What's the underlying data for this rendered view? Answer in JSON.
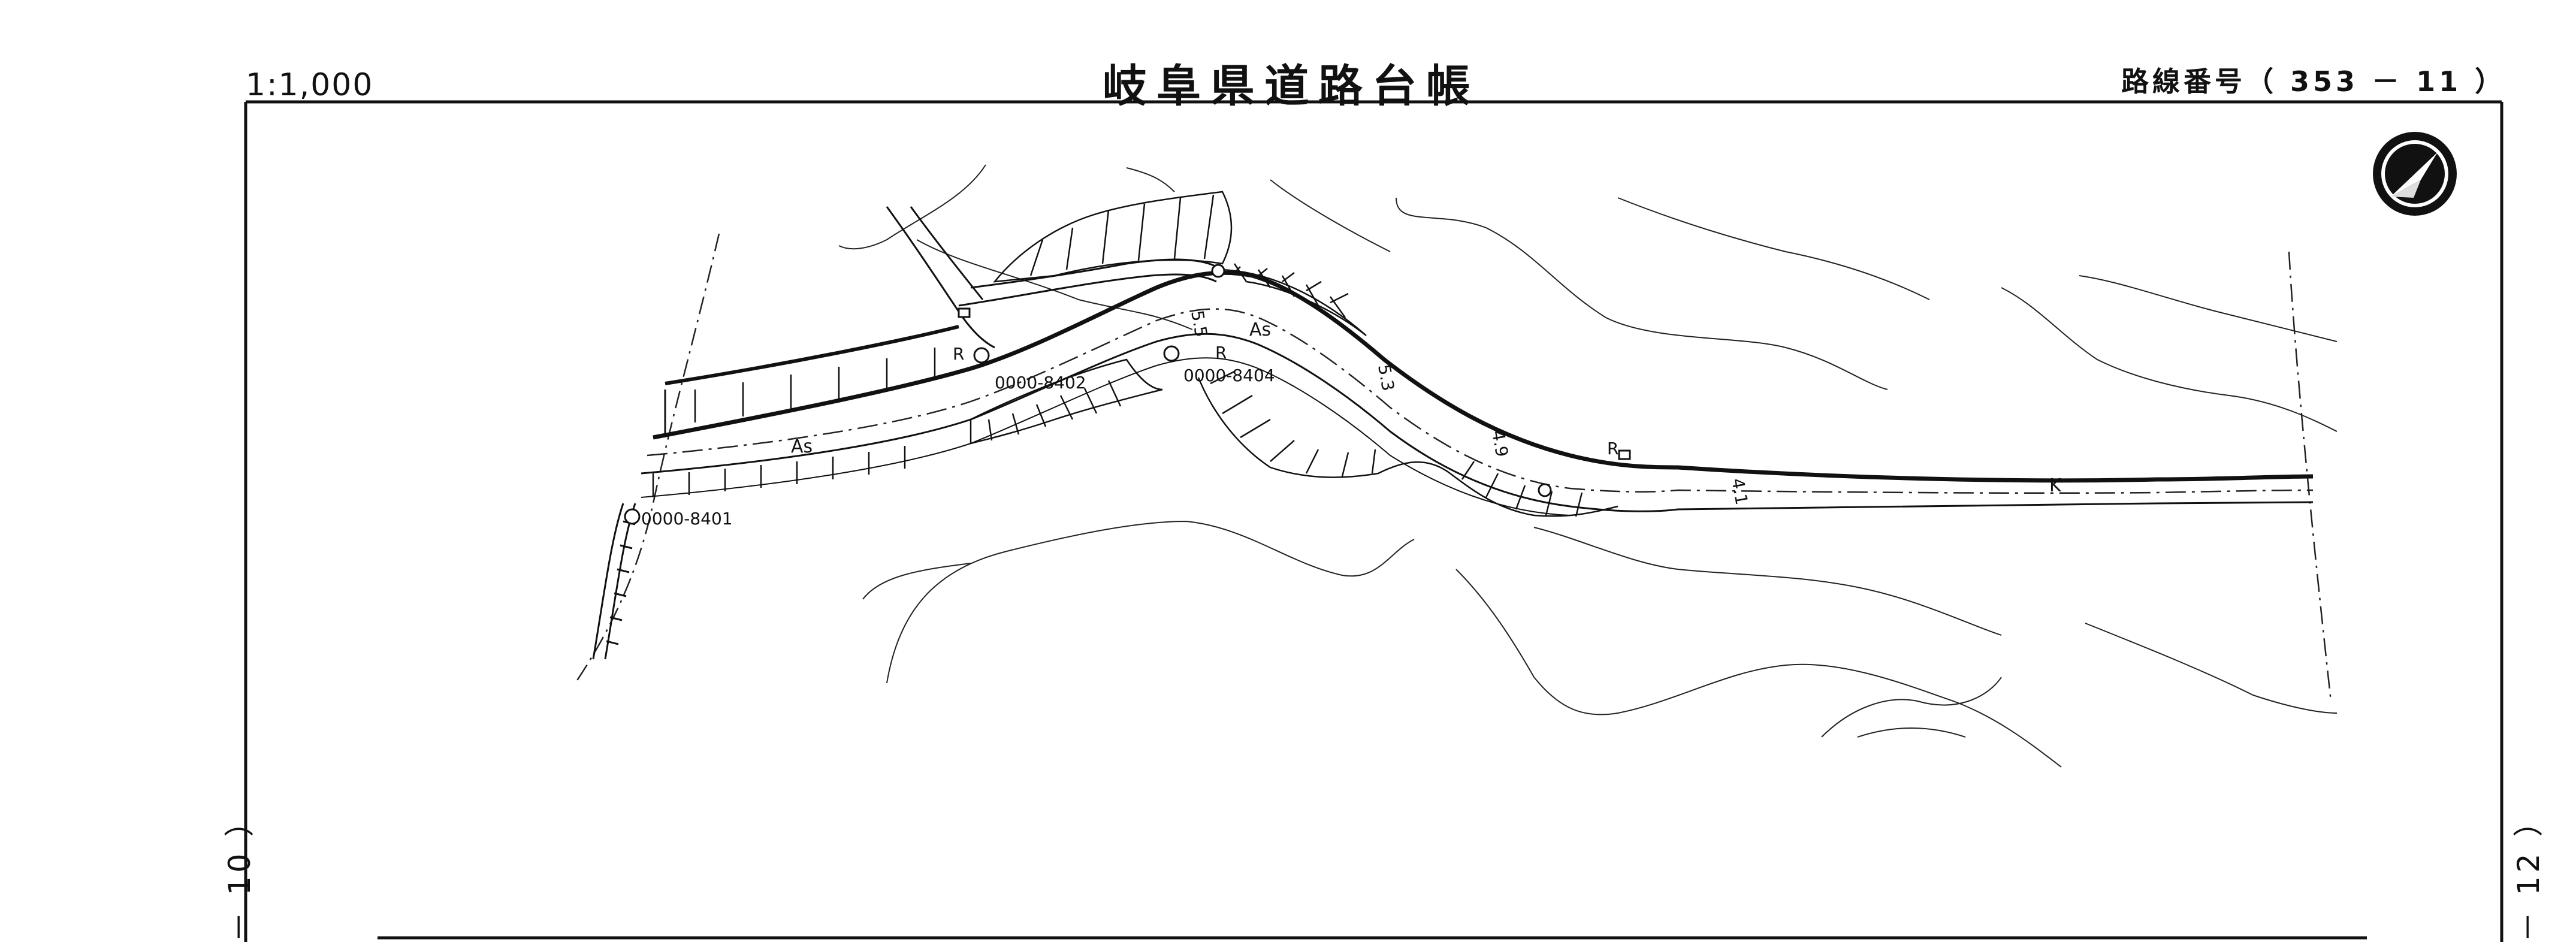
{
  "header": {
    "scale": "1:1,000",
    "title": "岐阜県道路台帳",
    "route_label": "路線番号（ 353 － 11 ）"
  },
  "adjacent_sheets": {
    "previous": "－ 10 ）",
    "next": "－ 12 ）"
  },
  "map": {
    "markers": [
      "0000-8401",
      "0000-8402",
      "0000-8404"
    ],
    "surface_labels": [
      "As",
      "As",
      "K"
    ],
    "width_labels": [
      "5.5",
      "5.3",
      "4.9",
      "4.1"
    ],
    "symbol_labels": [
      "R",
      "R",
      "R"
    ],
    "colors": {
      "ink": "#111111",
      "paper": "#ffffff"
    },
    "north_arrow_icon": "north-arrow-icon"
  }
}
